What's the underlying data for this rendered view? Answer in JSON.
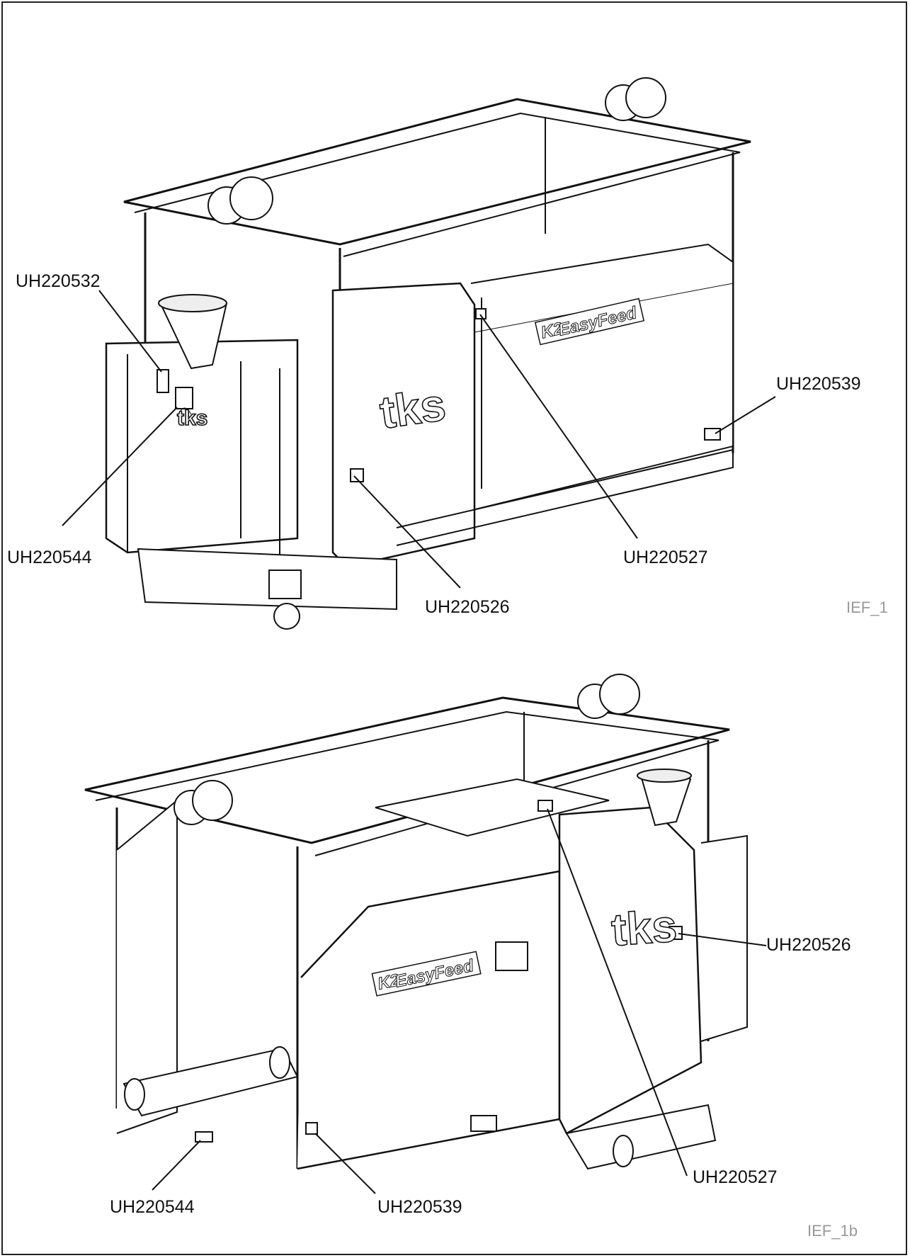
{
  "figure_top": {
    "id": "IEF_1",
    "callouts": {
      "a": "UH220532",
      "b": "UH220539",
      "c": "UH220544",
      "d": "UH220527",
      "e": "UH220526"
    },
    "brand": "tks",
    "model_prefix": "K2",
    "model": "EasyFeed"
  },
  "figure_bottom": {
    "id": "IEF_1b",
    "callouts": {
      "a": "UH220526",
      "b": "UH220527",
      "c": "UH220544",
      "d": "UH220539"
    },
    "brand": "tks",
    "model_prefix": "K2",
    "model": "EasyFeed"
  }
}
